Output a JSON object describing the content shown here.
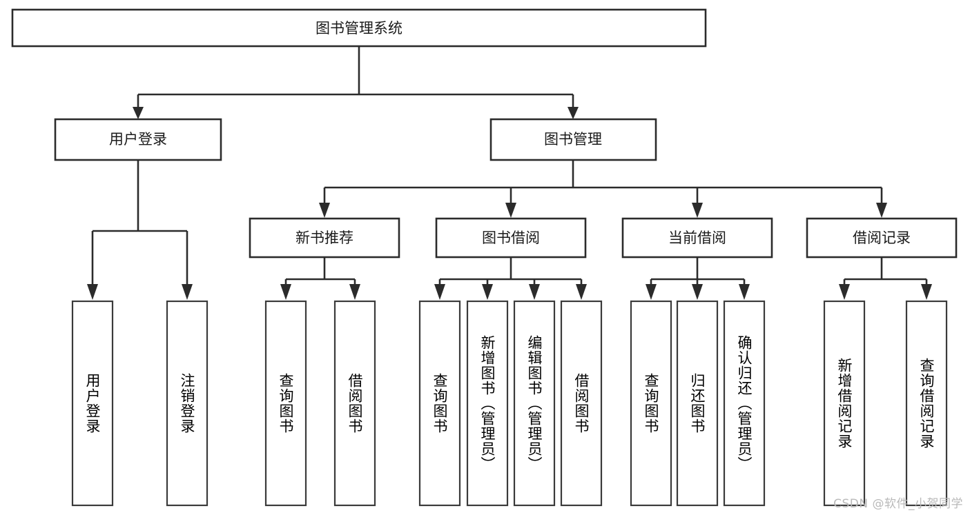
{
  "diagram": {
    "type": "tree-hierarchy",
    "title": "图书管理系统",
    "watermark": "CSDN @软件_小贺同学",
    "colors": {
      "background": "#ffffff",
      "box_fill": "#ffffff",
      "box_stroke": "#2b2b2b",
      "text": "#1a1a1a",
      "watermark": "#b9b9b9"
    },
    "root": {
      "id": "root",
      "label": "图书管理系统",
      "orientation": "horizontal"
    },
    "level2": [
      {
        "id": "user-login",
        "label": "用户登录",
        "orientation": "horizontal"
      },
      {
        "id": "book-management",
        "label": "图书管理",
        "orientation": "horizontal"
      }
    ],
    "level3": [
      {
        "id": "new-book-recommend",
        "label": "新书推荐",
        "orientation": "horizontal",
        "parent": "book-management"
      },
      {
        "id": "book-borrow",
        "label": "图书借阅",
        "orientation": "horizontal",
        "parent": "book-management"
      },
      {
        "id": "current-borrow",
        "label": "当前借阅",
        "orientation": "horizontal",
        "parent": "book-management"
      },
      {
        "id": "borrow-records",
        "label": "借阅记录",
        "orientation": "horizontal",
        "parent": "book-management"
      }
    ],
    "leaves": [
      {
        "id": "leaf-user-login",
        "label": "用户登录",
        "parent": "user-login",
        "orientation": "vertical"
      },
      {
        "id": "leaf-logout",
        "label": "注销登录",
        "parent": "user-login",
        "orientation": "vertical"
      },
      {
        "id": "leaf-query-book-1",
        "label": "查询图书",
        "parent": "new-book-recommend",
        "orientation": "vertical"
      },
      {
        "id": "leaf-borrow-book-1",
        "label": "借阅图书",
        "parent": "new-book-recommend",
        "orientation": "vertical"
      },
      {
        "id": "leaf-query-book-2",
        "label": "查询图书",
        "parent": "book-borrow",
        "orientation": "vertical"
      },
      {
        "id": "leaf-add-book",
        "label": "新增图书（管理员）",
        "parent": "book-borrow",
        "orientation": "vertical"
      },
      {
        "id": "leaf-edit-book",
        "label": "编辑图书（管理员）",
        "parent": "book-borrow",
        "orientation": "vertical"
      },
      {
        "id": "leaf-borrow-book-2",
        "label": "借阅图书",
        "parent": "book-borrow",
        "orientation": "vertical"
      },
      {
        "id": "leaf-query-book-3",
        "label": "查询图书",
        "parent": "current-borrow",
        "orientation": "vertical"
      },
      {
        "id": "leaf-return-book",
        "label": "归还图书",
        "parent": "current-borrow",
        "orientation": "vertical"
      },
      {
        "id": "leaf-confirm-return",
        "label": "确认归还（管理员）",
        "parent": "current-borrow",
        "orientation": "vertical"
      },
      {
        "id": "leaf-add-record",
        "label": "新增借阅记录",
        "parent": "borrow-records",
        "orientation": "vertical"
      },
      {
        "id": "leaf-query-record",
        "label": "查询借阅记录",
        "parent": "borrow-records",
        "orientation": "vertical"
      }
    ]
  }
}
